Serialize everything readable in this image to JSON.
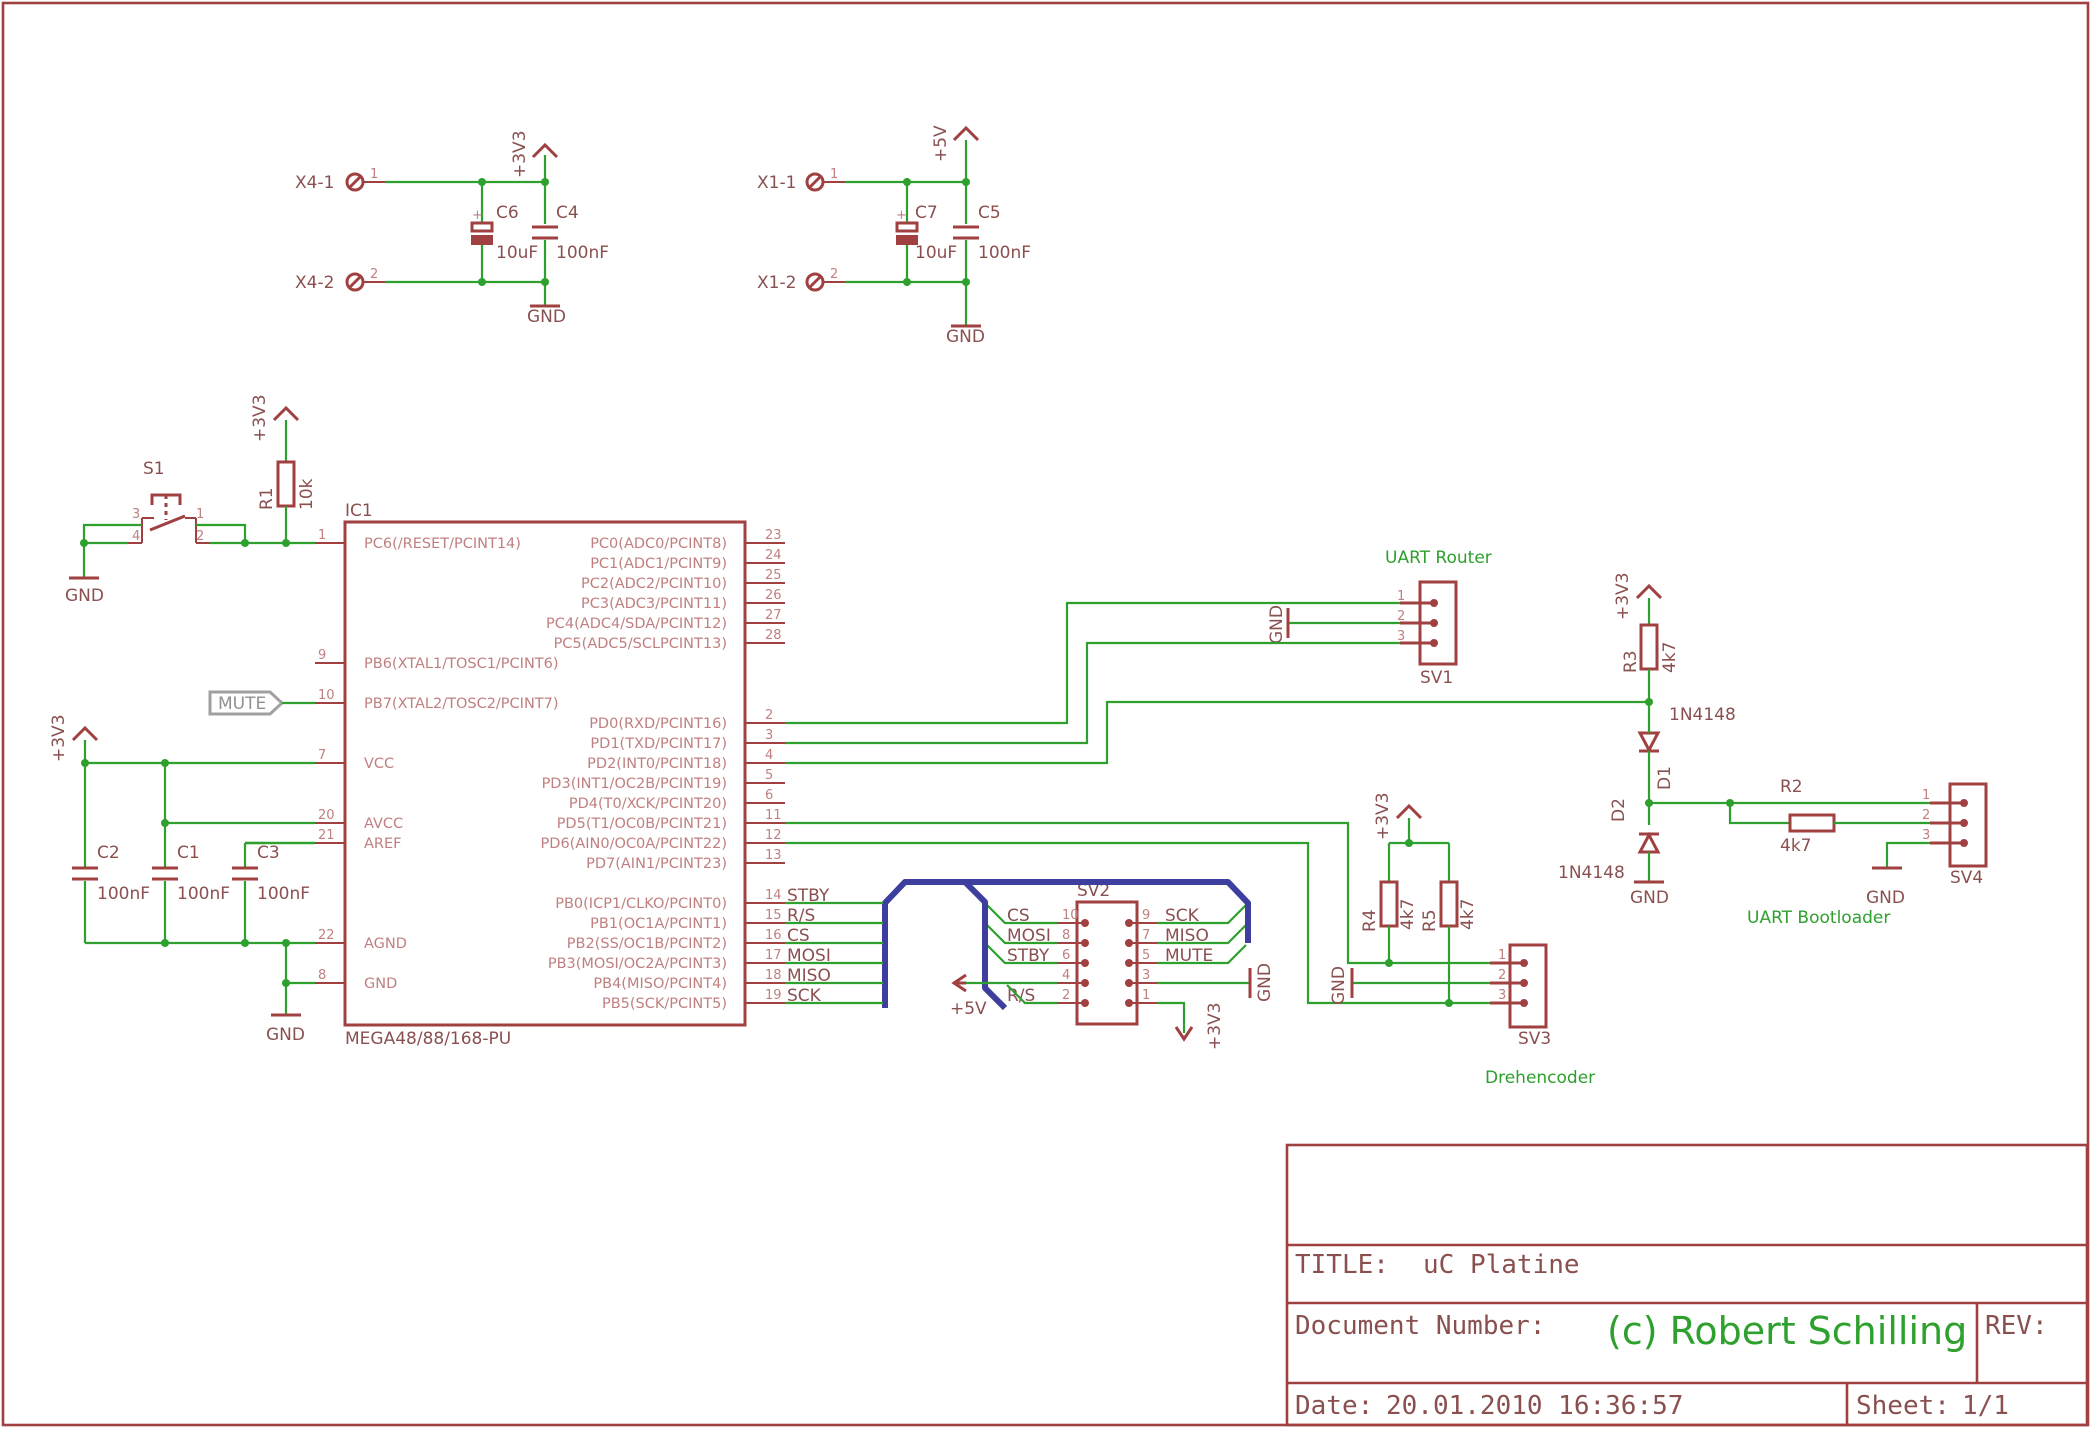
{
  "title_block": {
    "title_label": "TITLE:",
    "title_value": "uC Platine",
    "doc_label": "Document Number:",
    "doc_value": "(c) Robert Schilling",
    "rev_label": "REV:",
    "date_label": "Date:",
    "date_value": "20.01.2010 16:36:57",
    "sheet_label": "Sheet:",
    "sheet_value": "1/1"
  },
  "power_block_left": {
    "term1": "X4-1",
    "term2": "X4-2",
    "pin1": "1",
    "pin2": "2",
    "supply": "+3V3",
    "ground": "GND",
    "c6_name": "C6",
    "c6_value": "10uF",
    "c4_name": "C4",
    "c4_value": "100nF"
  },
  "power_block_right": {
    "term1": "X1-1",
    "term2": "X1-2",
    "pin1": "1",
    "pin2": "2",
    "supply": "+5V",
    "ground": "GND",
    "c7_name": "C7",
    "c7_value": "10uF",
    "c5_name": "C5",
    "c5_value": "100nF"
  },
  "reset": {
    "switch_name": "S1",
    "r1_name": "R1",
    "r1_value": "10k",
    "supply": "+3V3",
    "ground": "GND",
    "p1": "1",
    "p2": "2",
    "p3": "3",
    "p4": "4"
  },
  "ic": {
    "name": "IC1",
    "part": "MEGA48/88/168-PU",
    "left_pins": [
      {
        "num": "1",
        "label": "PC6(/RESET/PCINT14)"
      },
      {
        "num": "9",
        "label": "PB6(XTAL1/TOSC1/PCINT6)"
      },
      {
        "num": "10",
        "label": "PB7(XTAL2/TOSC2/PCINT7)"
      },
      {
        "num": "7",
        "label": "VCC"
      },
      {
        "num": "20",
        "label": "AVCC"
      },
      {
        "num": "21",
        "label": "AREF"
      },
      {
        "num": "22",
        "label": "AGND"
      },
      {
        "num": "8",
        "label": "GND"
      }
    ],
    "right_pins": [
      {
        "num": "23",
        "label": "PC0(ADC0/PCINT8)"
      },
      {
        "num": "24",
        "label": "PC1(ADC1/PCINT9)"
      },
      {
        "num": "25",
        "label": "PC2(ADC2/PCINT10)"
      },
      {
        "num": "26",
        "label": "PC3(ADC3/PCINT11)"
      },
      {
        "num": "27",
        "label": "PC4(ADC4/SDA/PCINT12)"
      },
      {
        "num": "28",
        "label": "PC5(ADC5/SCLPCINT13)"
      },
      {
        "num": "2",
        "label": "PD0(RXD/PCINT16)"
      },
      {
        "num": "3",
        "label": "PD1(TXD/PCINT17)"
      },
      {
        "num": "4",
        "label": "PD2(INT0/PCINT18)"
      },
      {
        "num": "5",
        "label": "PD3(INT1/OC2B/PCINT19)"
      },
      {
        "num": "6",
        "label": "PD4(T0/XCK/PCINT20)"
      },
      {
        "num": "11",
        "label": "PD5(T1/OC0B/PCINT21)"
      },
      {
        "num": "12",
        "label": "PD6(AIN0/OC0A/PCINT22)"
      },
      {
        "num": "13",
        "label": "PD7(AIN1/PCINT23)"
      },
      {
        "num": "14",
        "label": "PB0(ICP1/CLKO/PCINT0)"
      },
      {
        "num": "15",
        "label": "PB1(OC1A/PCINT1)"
      },
      {
        "num": "16",
        "label": "PB2(SS/OC1B/PCINT2)"
      },
      {
        "num": "17",
        "label": "PB3(MOSI/OC2A/PCINT3)"
      },
      {
        "num": "18",
        "label": "PB4(MISO/PCINT4)"
      },
      {
        "num": "19",
        "label": "PB5(SCK/PCINT5)"
      }
    ],
    "bus_nets": [
      "STBY",
      "R/S",
      "CS",
      "MOSI",
      "MISO",
      "SCK"
    ]
  },
  "mute_label": "MUTE",
  "decoupling": {
    "supply": "+3V3",
    "ground": "GND",
    "c2_name": "C2",
    "c2_value": "100nF",
    "c1_name": "C1",
    "c1_value": "100nF",
    "c3_name": "C3",
    "c3_value": "100nF"
  },
  "uart_router": {
    "title": "UART Router",
    "name": "SV1",
    "ground": "GND",
    "pins": [
      "1",
      "2",
      "3"
    ]
  },
  "uart_bootloader": {
    "title": "UART Bootloader",
    "name": "SV4",
    "ground": "GND",
    "supply": "+3V3",
    "r3_name": "R3",
    "r3_value": "4k7",
    "d1_name": "D1",
    "d1_value": "1N4148",
    "d2_name": "D2",
    "d2_value": "1N4148",
    "r2_name": "R2",
    "r2_value": "4k7",
    "pins": [
      "1",
      "2",
      "3"
    ]
  },
  "drehencoder": {
    "title": "Drehencoder",
    "name": "SV3",
    "ground": "GND",
    "supply": "+3V3",
    "r4_name": "R4",
    "r4_value": "4k7",
    "r5_name": "R5",
    "r5_value": "4k7",
    "pins": [
      "1",
      "2",
      "3"
    ]
  },
  "sv2": {
    "name": "SV2",
    "left_labels": [
      "CS",
      "MOSI",
      "STBY",
      "",
      "R/S"
    ],
    "left_pins": [
      "10",
      "8",
      "6",
      "4",
      "2"
    ],
    "right_pins": [
      "9",
      "7",
      "5",
      "3",
      "1"
    ],
    "right_labels": [
      "SCK",
      "MISO",
      "MUTE",
      "",
      ""
    ],
    "supply_left": "+5V",
    "supply_bottom": "+3V3",
    "ground": "GND"
  }
}
